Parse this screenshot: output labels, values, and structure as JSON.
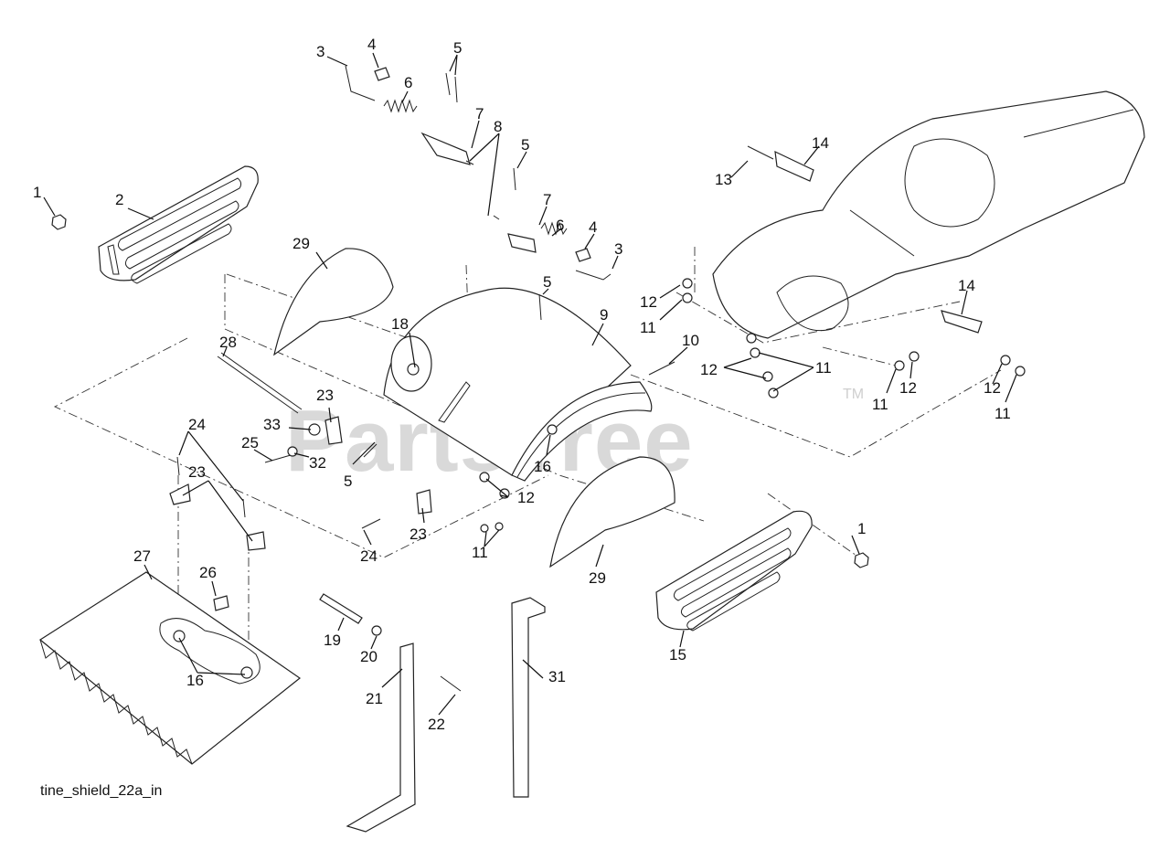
{
  "watermark": {
    "text": "PartsTree",
    "trademark": "TM"
  },
  "caption": "tine_shield_22a_in",
  "callouts": [
    {
      "id": "c1a",
      "text": "1"
    },
    {
      "id": "c1b",
      "text": "1"
    },
    {
      "id": "c2",
      "text": "2"
    },
    {
      "id": "c3a",
      "text": "3"
    },
    {
      "id": "c3b",
      "text": "3"
    },
    {
      "id": "c4a",
      "text": "4"
    },
    {
      "id": "c4b",
      "text": "4"
    },
    {
      "id": "c5a",
      "text": "5"
    },
    {
      "id": "c5b",
      "text": "5"
    },
    {
      "id": "c5c",
      "text": "5"
    },
    {
      "id": "c5d",
      "text": "5"
    },
    {
      "id": "c6a",
      "text": "6"
    },
    {
      "id": "c6b",
      "text": "6"
    },
    {
      "id": "c7a",
      "text": "7"
    },
    {
      "id": "c7b",
      "text": "7"
    },
    {
      "id": "c8",
      "text": "8"
    },
    {
      "id": "c9",
      "text": "9"
    },
    {
      "id": "c10",
      "text": "10"
    },
    {
      "id": "c11a",
      "text": "11"
    },
    {
      "id": "c11b",
      "text": "11"
    },
    {
      "id": "c11c",
      "text": "11"
    },
    {
      "id": "c11d",
      "text": "11"
    },
    {
      "id": "c11e",
      "text": "11"
    },
    {
      "id": "c12a",
      "text": "12"
    },
    {
      "id": "c12b",
      "text": "12"
    },
    {
      "id": "c12c",
      "text": "12"
    },
    {
      "id": "c12d",
      "text": "12"
    },
    {
      "id": "c12e",
      "text": "12"
    },
    {
      "id": "c13",
      "text": "13"
    },
    {
      "id": "c14a",
      "text": "14"
    },
    {
      "id": "c14b",
      "text": "14"
    },
    {
      "id": "c15",
      "text": "15"
    },
    {
      "id": "c16a",
      "text": "16"
    },
    {
      "id": "c16b",
      "text": "16"
    },
    {
      "id": "c18",
      "text": "18"
    },
    {
      "id": "c19",
      "text": "19"
    },
    {
      "id": "c20",
      "text": "20"
    },
    {
      "id": "c21",
      "text": "21"
    },
    {
      "id": "c22",
      "text": "22"
    },
    {
      "id": "c23a",
      "text": "23"
    },
    {
      "id": "c23b",
      "text": "23"
    },
    {
      "id": "c23c",
      "text": "23"
    },
    {
      "id": "c24a",
      "text": "24"
    },
    {
      "id": "c24b",
      "text": "24"
    },
    {
      "id": "c25",
      "text": "25"
    },
    {
      "id": "c26",
      "text": "26"
    },
    {
      "id": "c27",
      "text": "27"
    },
    {
      "id": "c28",
      "text": "28"
    },
    {
      "id": "c29a",
      "text": "29"
    },
    {
      "id": "c29b",
      "text": "29"
    },
    {
      "id": "c31",
      "text": "31"
    },
    {
      "id": "c32",
      "text": "32"
    },
    {
      "id": "c33",
      "text": "33"
    }
  ]
}
